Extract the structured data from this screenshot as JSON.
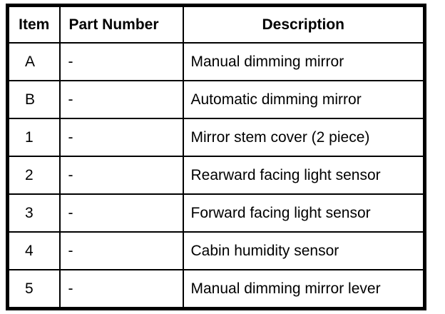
{
  "page": {
    "background_color": "#ffffff",
    "border_color": "#000000"
  },
  "table": {
    "headers": {
      "item": "Item",
      "part_number": "Part Number",
      "description": "Description"
    },
    "rows": [
      {
        "item": "A",
        "part_number": "-",
        "description": "Manual dimming mirror"
      },
      {
        "item": "B",
        "part_number": "-",
        "description": "Automatic dimming mirror"
      },
      {
        "item": "1",
        "part_number": "-",
        "description": "Mirror stem cover (2 piece)"
      },
      {
        "item": "2",
        "part_number": "-",
        "description": "Rearward facing light sensor"
      },
      {
        "item": "3",
        "part_number": "-",
        "description": "Forward facing light sensor"
      },
      {
        "item": "4",
        "part_number": "-",
        "description": "Cabin humidity sensor"
      },
      {
        "item": "5",
        "part_number": "-",
        "description": "Manual dimming mirror lever"
      }
    ]
  }
}
